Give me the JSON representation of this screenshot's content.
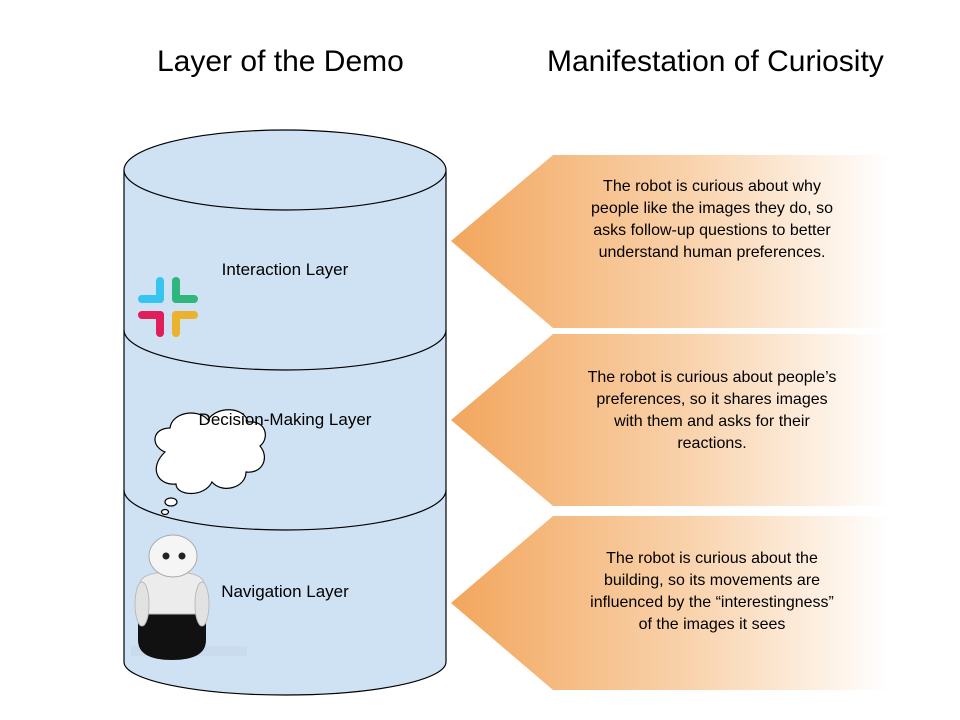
{
  "headers": {
    "left": "Layer of the Demo",
    "right": "Manifestation of Curiosity"
  },
  "layers": [
    {
      "label": "Interaction Layer",
      "icon": "slack-logo-icon"
    },
    {
      "label": "Decision-Making Layer",
      "icon": "thought-bubble-icon"
    },
    {
      "label": "Navigation Layer",
      "icon": "robot-icon"
    }
  ],
  "callouts": [
    {
      "text": "The robot is curious about why people like the images they do, so asks follow-up questions to better understand human preferences."
    },
    {
      "text": "The robot is curious about people’s preferences, so it shares images with them and asks for their reactions."
    },
    {
      "text": "The robot is curious about the building, so its movements are influenced by the “interestingness” of the images it sees"
    }
  ],
  "colors": {
    "cylinder_fill": "#cfe2f3",
    "cylinder_stroke": "#000000",
    "callout_gradient_start": "#f2a65d",
    "callout_gradient_end": "#ffffff"
  }
}
